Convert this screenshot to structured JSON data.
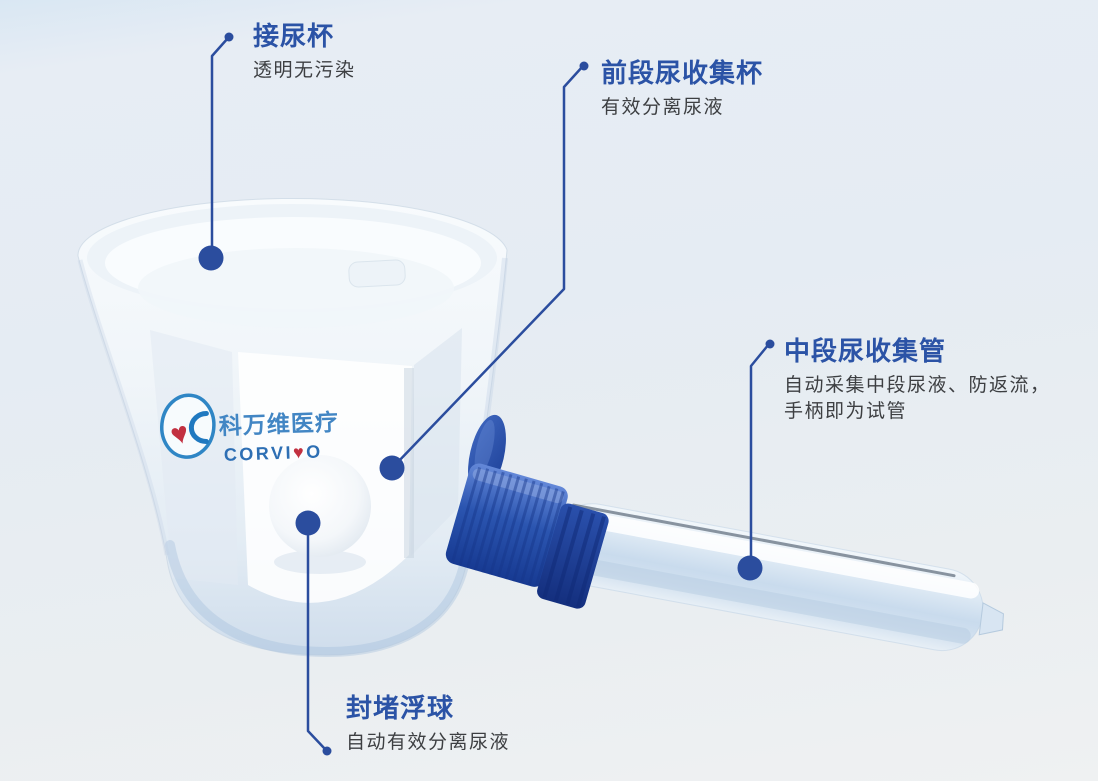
{
  "page": {
    "kind": "product-annotation-diagram",
    "background_top": "#dce8f3",
    "background_bottom": "#eff1f2"
  },
  "colors": {
    "accent_blue": "#2b4d9e",
    "title_blue": "#2b53a6",
    "desc_gray": "#3d3f42",
    "cap_blue": "#2b53ae",
    "cap_blue_dark": "#16368a",
    "tube_blue": "#cfdfee",
    "logo_blue": "#4286c4",
    "logo_latin_blue": "#2e6fb4",
    "logo_red": "#c23040"
  },
  "brand": {
    "name_cn": "科万维医疗",
    "latin_pre": "CORVI",
    "heart_glyph": "♥",
    "latin_post": "O"
  },
  "annotations": [
    {
      "id": "cup",
      "title": "接尿杯",
      "desc": "透明无污染"
    },
    {
      "id": "front",
      "title": "前段尿收集杯",
      "desc": "有效分离尿液"
    },
    {
      "id": "mid",
      "title": "中段尿收集管",
      "desc": "自动采集中段尿液、防返流，\n手柄即为试管"
    },
    {
      "id": "float",
      "title": "封堵浮球",
      "desc": "自动有效分离尿液"
    }
  ]
}
